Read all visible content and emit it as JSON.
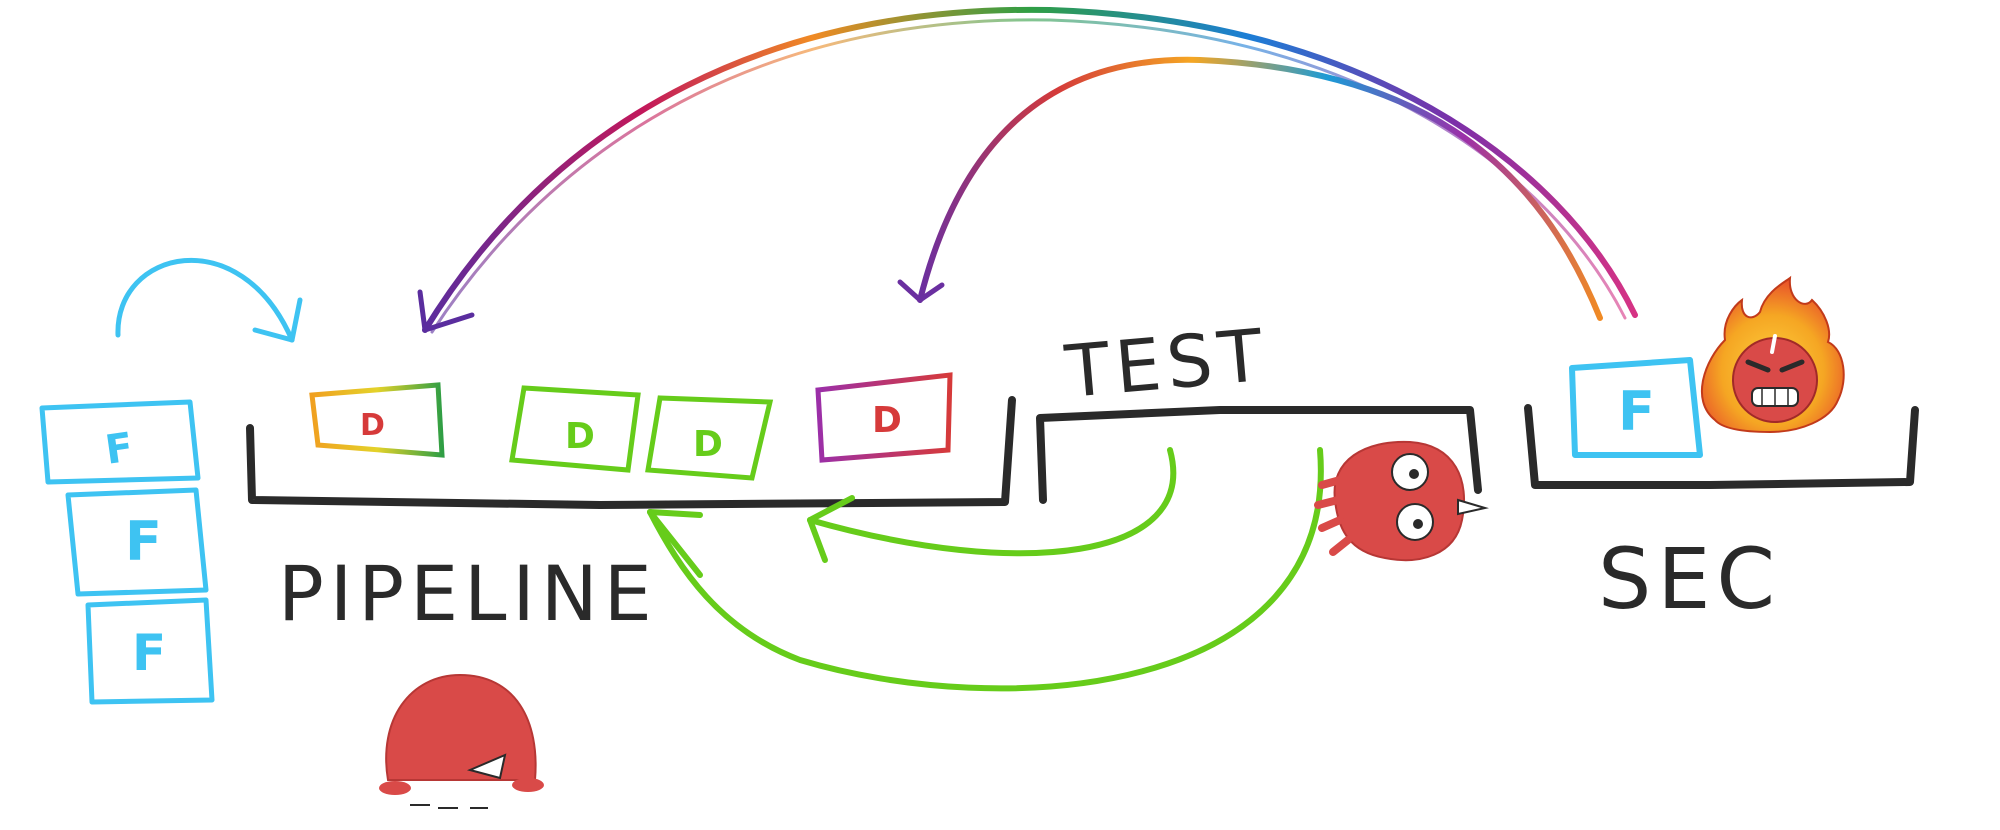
{
  "labels": {
    "pipeline": "PIPELINE",
    "test": "TEST",
    "sec": "SEC"
  },
  "stack_cards": [
    "F",
    "F",
    "F"
  ],
  "pipeline_items": [
    "D",
    "D",
    "D",
    "D"
  ],
  "sec_card": "F",
  "colors": {
    "ink": "#2a2a2a",
    "feature_blue": "#3ec3f2",
    "green": "#66cc1a",
    "mascot_red": "#d94a48",
    "flame_orange": "#f5a623",
    "rainbow": [
      "#7b2fa8",
      "#d63384",
      "#e85a2a",
      "#f5a623",
      "#2f9e44",
      "#1c7ed6"
    ]
  },
  "icons": [
    "mascot-blob-icon",
    "mascot-octopus-icon",
    "angry-flame-icon"
  ]
}
